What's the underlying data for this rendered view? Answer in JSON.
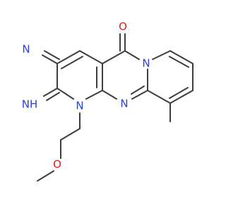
{
  "colors": {
    "carbon": "#3d3d3d",
    "nitrogen": "#2a3fd6",
    "oxygen": "#e0191b",
    "background": "#ffffff"
  },
  "labels": {
    "nitrile_n": "N",
    "carbonyl_o": "O",
    "ring_n_bridge": "N",
    "ring_n_imine_side": "N",
    "ring_n_middle": "N",
    "imine_n": "NH",
    "ether_o": "O"
  }
}
